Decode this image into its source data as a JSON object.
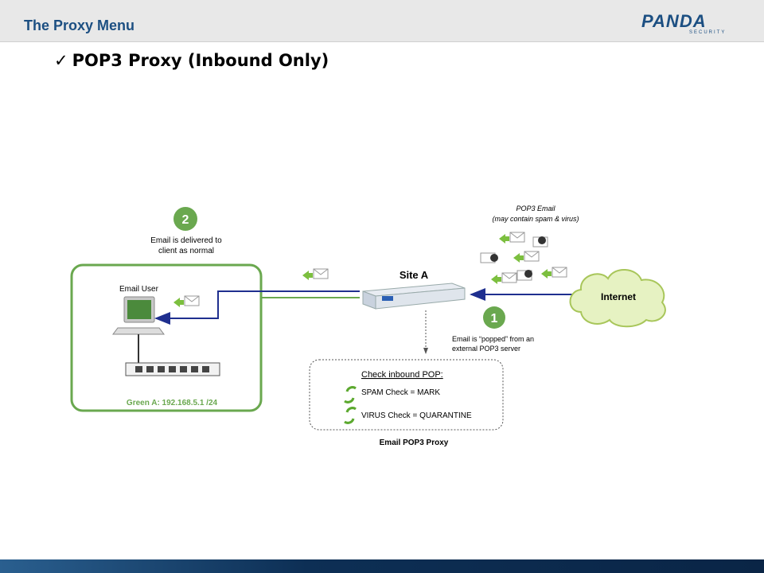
{
  "header": {
    "title": "The Proxy Menu"
  },
  "logo": {
    "brand": "PANDA",
    "sub": "SECURITY"
  },
  "slide": {
    "subtitle": "POP3 Proxy (Inbound Only)",
    "check_glyph": "✓"
  },
  "diagram": {
    "step2": {
      "number": "2",
      "caption_line1": "Email is delivered to",
      "caption_line2": "client as normal"
    },
    "email_user_label": "Email User",
    "green_net_label": "Green A: 192.168.5.1 /24",
    "site_label": "Site A",
    "pop3_email_line1": "POP3 Email",
    "pop3_email_line2": "(may contain spam & virus)",
    "internet_label": "Internet",
    "step1": {
      "number": "1",
      "caption_line1": "Email is “popped” from an",
      "caption_line2": "external POP3 server"
    },
    "check_box": {
      "title": "Check inbound POP:",
      "items": [
        "SPAM Check = MARK",
        "VIRUS Check = QUARANTINE"
      ]
    },
    "proxy_label": "Email POP3 Proxy"
  },
  "colors": {
    "accent_blue": "#1c4f82",
    "green": "#6aa84f",
    "arrow_blue": "#1f2f8f"
  }
}
